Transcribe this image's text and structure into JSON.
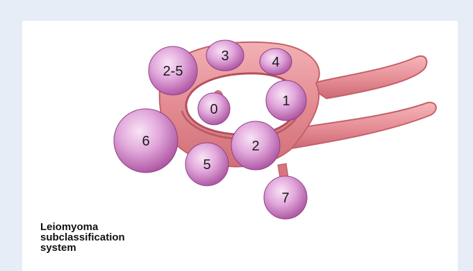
{
  "caption": {
    "line1": "Leiomyoma",
    "line2": "subclassification",
    "line3": "system"
  },
  "fibroids": {
    "f0": "0",
    "f1": "1",
    "f2": "2",
    "f2_5": "2-5",
    "f3": "3",
    "f4": "4",
    "f5": "5",
    "f6": "6",
    "f7": "7"
  },
  "colors": {
    "background": "#e6edf7",
    "panel": "#ffffff",
    "uterus_wall": "#e8959b",
    "uterus_edge": "#c4606a",
    "fibroid_light": "#f4d6ee",
    "fibroid_dark": "#b35fa8"
  }
}
